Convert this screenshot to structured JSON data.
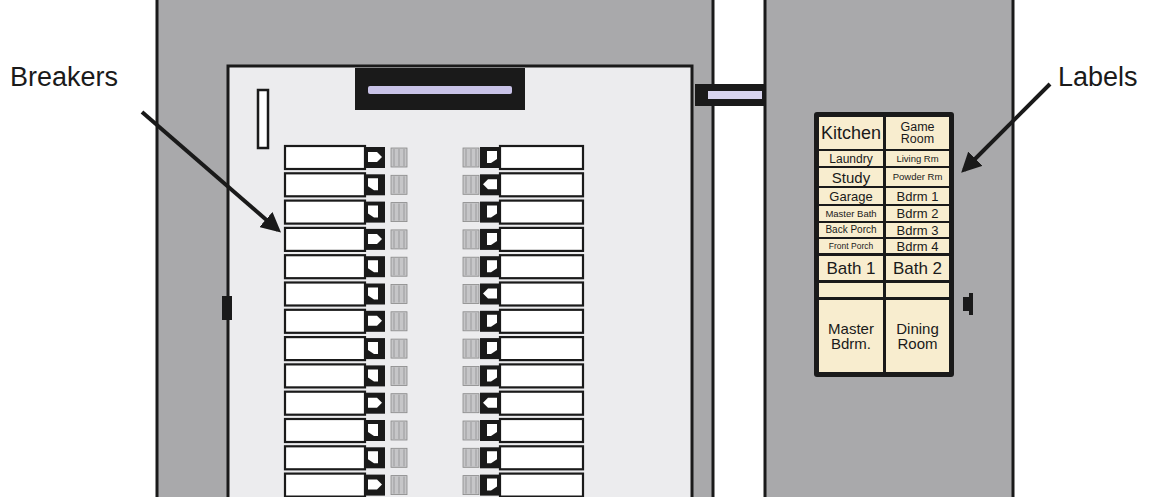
{
  "diagram": {
    "nodes": [
      {
        "text": [
          "Kitchen"
        ]
      },
      {
        "text": [
          "Game Room"
        ]
      },
      {
        "text": [
          "Laundry"
        ]
      },
      {
        "text": [
          "Living Rm"
        ]
      },
      {
        "text": [
          "Study"
        ]
      },
      {
        "text": [
          "Powder Rm"
        ]
      },
      {
        "text": [
          "Garage"
        ]
      },
      {
        "text": [
          "Bdrm 1"
        ]
      },
      {
        "text": [
          "Master Bath"
        ]
      },
      {
        "text": [
          "Bdrm 2"
        ]
      },
      {
        "text": [
          "Back Porch"
        ]
      },
      {
        "text": [
          "Bdrm 3"
        ]
      },
      {
        "text": [
          "Front Porch"
        ]
      },
      {
        "text": [
          "Bdrm 4"
        ]
      },
      {
        "text": [
          "Bath 1"
        ]
      },
      {
        "text": [
          "Bath 2"
        ]
      },
      {
        "text": [
          "Master Bdrm."
        ]
      },
      {
        "text": [
          "Dining Room"
        ]
      }
    ],
    "labels": [
      "Breakers",
      "Labels"
    ]
  }
}
